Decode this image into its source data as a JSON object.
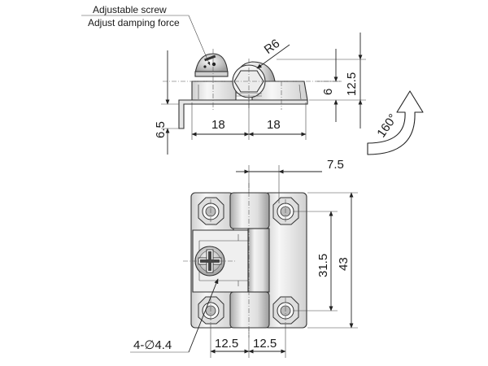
{
  "labels": {
    "adjustable_screw": "Adjustable screw",
    "adjust_damping_force": "Adjust damping force"
  },
  "dimensions": {
    "radius": "R6",
    "height_total": "12.5",
    "height_upper": "6",
    "plate_thickness": "6.5",
    "width_left": "18",
    "width_right": "18",
    "rotation": "160°",
    "hole_offset_top": "7.5",
    "hole_pitch_vertical": "31.5",
    "overall_height": "43",
    "holes": "4-∅4.4",
    "hole_pitch_left": "12.5",
    "hole_pitch_right": "12.5"
  },
  "colors": {
    "line": "#222222",
    "part_fill_light": "#f2f2f2",
    "part_fill_mid": "#d8d8d8",
    "part_fill_dark": "#9a9a9a",
    "arrow_fill": "#ffffff"
  },
  "icons": {
    "rotation": "curved-arrow-icon",
    "screw": "phillips-screw-icon",
    "hex_nut": "hex-nut-icon"
  }
}
